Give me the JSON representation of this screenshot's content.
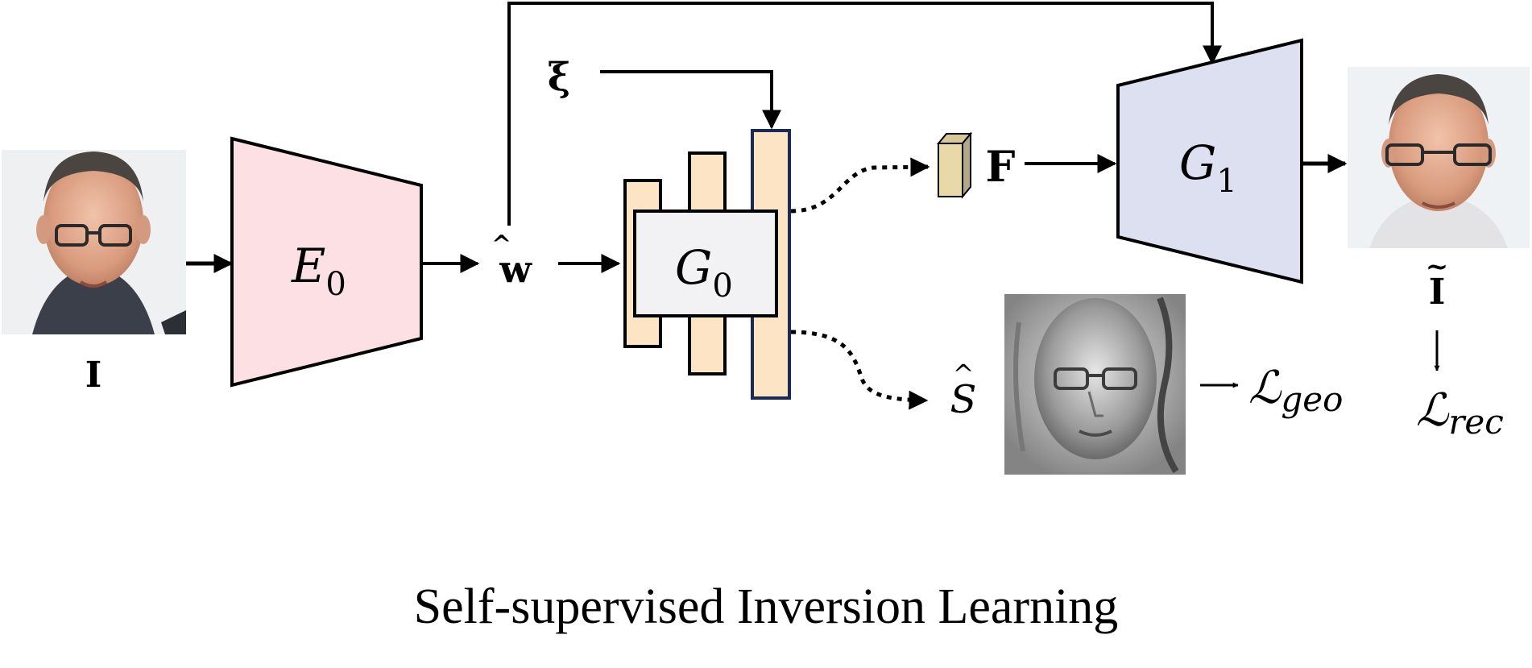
{
  "caption": "Self-supervised Inversion Learning",
  "labels": {
    "input_image": "I",
    "encoder_main": "E",
    "encoder_sub": "0",
    "latent": "w",
    "latent_hat": "^",
    "noise": "ξ",
    "generator0_main": "G",
    "generator0_sub": "0",
    "feature": "F",
    "generator1_main": "G",
    "generator1_sub": "1",
    "output_image": "I",
    "output_tilde": "~",
    "shape_main": "S",
    "shape_hat": "^",
    "loss_geo_main": "ℒ",
    "loss_geo_sub": "geo",
    "loss_rec_main": "ℒ",
    "loss_rec_sub": "rec"
  },
  "colors": {
    "encoder_fill": "#fce0e4",
    "generator1_fill": "#dde0f0",
    "bar_fill": "#fde4c4",
    "g0_box_fill": "#f2f2f4",
    "highlight_bar_stroke": "#1b2a55",
    "feature_fill": "#e9d9a8",
    "feature_side": "#b4a68a"
  },
  "icons": {
    "input_face": "face-photo",
    "output_face": "face-photo",
    "shape_render": "grayscale-face-geometry"
  }
}
